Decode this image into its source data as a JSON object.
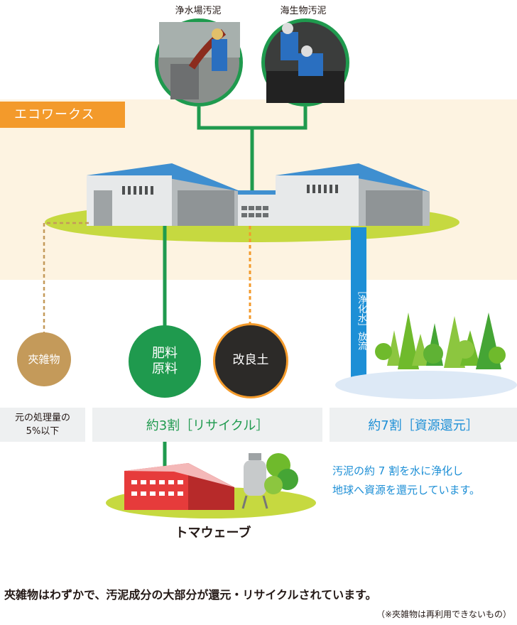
{
  "photos": {
    "left_label": "浄水場汚泥",
    "right_label": "海生物汚泥"
  },
  "facility": {
    "name": "エコワークス"
  },
  "outputs": {
    "foreign_matter": "夾雑物",
    "fertilizer": "肥料\n原料",
    "soil": "改良土",
    "water_release": "［浄化水］放流"
  },
  "boxes": {
    "foreign_note": "元の処理量の\n5%以下",
    "recycle": "約3割［リサイクル］",
    "return": "約7割［資源還元］"
  },
  "partner": {
    "name": "トマウェーブ"
  },
  "description": "汚泥の約 7 割を水に浄化し\n地球へ資源を還元しています。",
  "footer": {
    "main": "夾雑物はわずかで、汚泥成分の大部分が還元・リサイクルされています。",
    "note": "（※夾雑物は再利用できないもの）"
  },
  "colors": {
    "green": "#1f9a4e",
    "orange": "#f39a2b",
    "blue": "#1d8fd6",
    "brown": "#c49a5a",
    "lime": "#c6d940"
  }
}
